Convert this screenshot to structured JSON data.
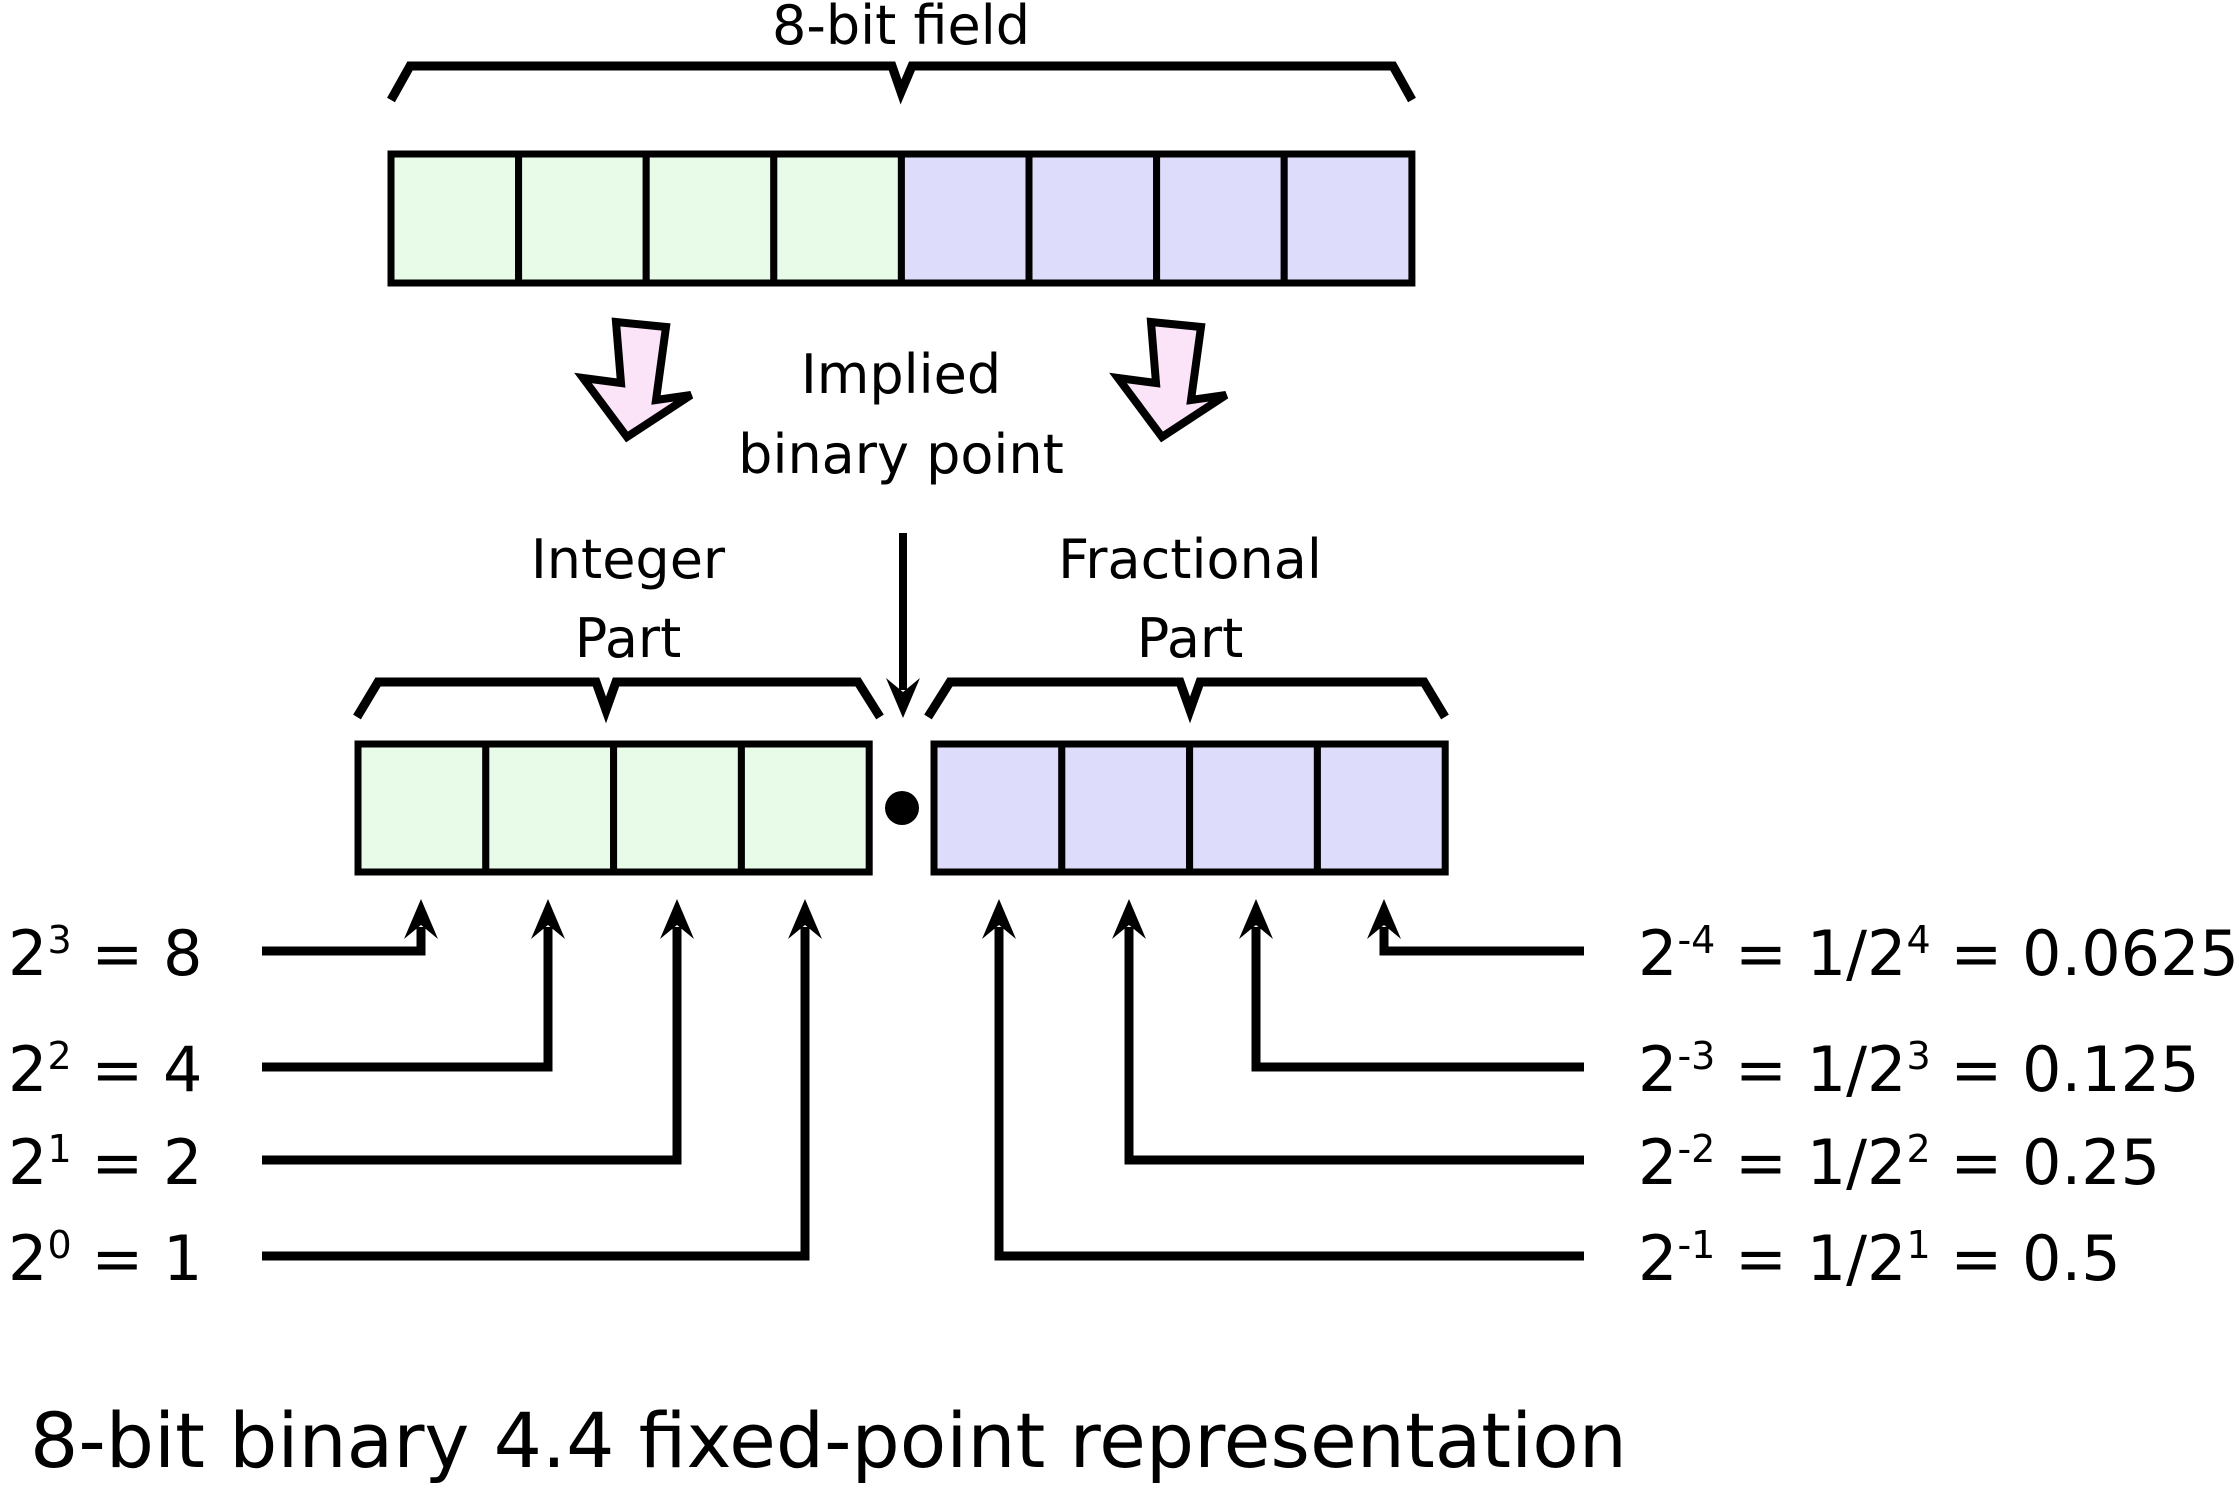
{
  "figure": {
    "title_top": "8-bit field",
    "implied_point_label_line1": "Implied",
    "implied_point_label_line2": "binary point",
    "integer_part_line1": "Integer",
    "integer_part_line2": "Part",
    "fractional_part_line1": "Fractional",
    "fractional_part_line2": "Part",
    "caption": "8-bit binary 4.4 fixed-point representation",
    "binary_point_symbol": "•"
  },
  "colors": {
    "integer_cell_fill": "#e8fbe8",
    "fractional_cell_fill": "#dddcfa",
    "arrow_fill": "#fbe3f8",
    "stroke": "#000000",
    "background": "#ffffff"
  },
  "bitfield": {
    "total_bits": 8,
    "integer_bits": 4,
    "fractional_bits": 4
  },
  "integer_weights": [
    {
      "base": "2",
      "exp": "3",
      "eq": " = 8"
    },
    {
      "base": "2",
      "exp": "2",
      "eq": " = 4"
    },
    {
      "base": "2",
      "exp": "1",
      "eq": " = 2"
    },
    {
      "base": "2",
      "exp": "0",
      "eq": " = 1"
    }
  ],
  "fractional_weights": [
    {
      "base": "2",
      "exp": "-4",
      "mid_pre": " = 1/2",
      "mid_exp": "4",
      "tail": " = 0.0625"
    },
    {
      "base": "2",
      "exp": "-3",
      "mid_pre": " = 1/2",
      "mid_exp": "3",
      "tail": " = 0.125"
    },
    {
      "base": "2",
      "exp": "-2",
      "mid_pre": " = 1/2",
      "mid_exp": "2",
      "tail": " = 0.25"
    },
    {
      "base": "2",
      "exp": "-1",
      "mid_pre": " = 1/2",
      "mid_exp": "1",
      "tail": " = 0.5"
    }
  ]
}
